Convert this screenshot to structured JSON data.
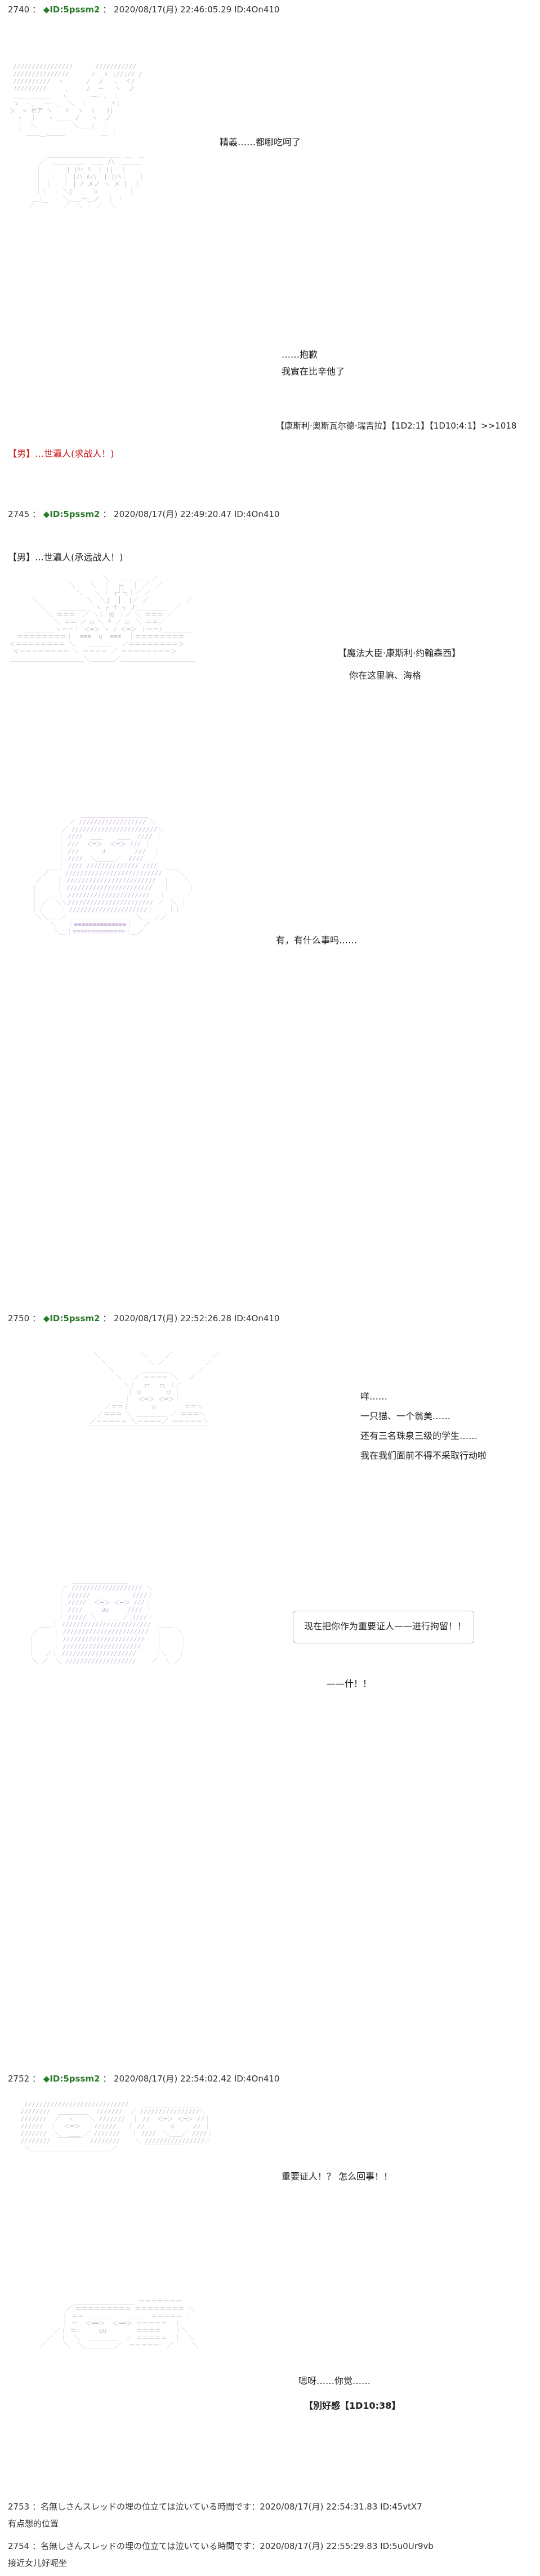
{
  "posts": [
    {
      "header": {
        "no": "2740",
        "name": "ID:5pssm2",
        "date": "2020/08/17(月) 22:46:05.29 ID:4On410"
      },
      "lines": [
        "精義……都哪吃呵了",
        "……抱歉",
        "我實在比辛他了",
        "【康斯利·奧斯瓦尔德·瑞吉拉】【1D2:1】【1D10:4:1】>>1018",
        "【男】…世瀛人(求战人！)"
      ]
    },
    {
      "header": {
        "no": "2745",
        "name": "ID:5pssm2",
        "date": "2020/08/17(月) 22:49:20.47 ID:4On410"
      },
      "lines": [
        "【男】…世瀛人(承远战人！)",
        "【魔法大臣·康斯利·约翰森西】",
        "你在这里嘛、海格",
        "有，有什么事吗……"
      ]
    },
    {
      "header": {
        "no": "2750",
        "name": "ID:5pssm2",
        "date": "2020/08/17(月) 22:52:26.28 ID:4On410"
      },
      "lines": [
        "咩……",
        "一只猫、一个翁美……",
        "还有三名珠泉三级的学生……",
        "我在我们面前不得不采取行动啦",
        "现在把你作为重要证人——进行拘留！！",
        "——什！！"
      ]
    },
    {
      "header": {
        "no": "2752",
        "name": "ID:5pssm2",
        "date": "2020/08/17(月) 22:54:02.42 ID:4On410"
      },
      "lines": [
        "重要证人！？ 怎么回事！！",
        "嗯呀……你觉……",
        "【別好感【1D10:38】"
      ]
    }
  ],
  "footer": [
    {
      "no": "2753",
      "text": "名無しさんスレッドの埋の位立ては泣いている時間です：2020/08/17(月) 22:54:31.83 ID:45vtX7"
    },
    {
      "line": "有点想的位置"
    },
    {
      "no": "2754",
      "text": "名無しさんスレッドの埋の位立ては泣いている時間です：2020/08/17(月) 22:55:29.83 ID:5u0Ur9vb"
    },
    {
      "line": "接近女儿好呢坐"
    }
  ]
}
